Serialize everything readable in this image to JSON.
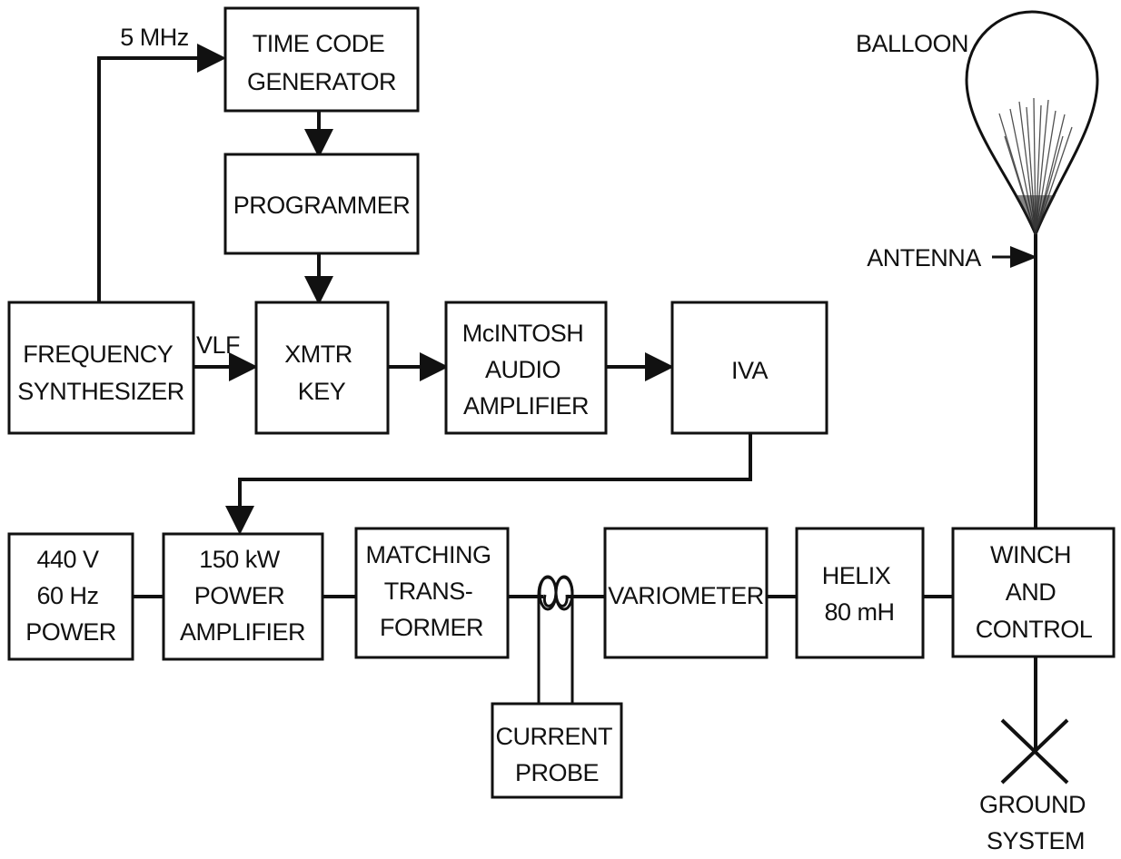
{
  "blocks": {
    "time_code_generator": [
      "TIME CODE",
      "GENERATOR"
    ],
    "programmer": [
      "PROGRAMMER"
    ],
    "frequency_synthesizer": [
      "FREQUENCY",
      "SYNTHESIZER"
    ],
    "xmtr_key": [
      "XMTR",
      "KEY"
    ],
    "mcintosh_audio_amplifier": [
      "McINTOSH",
      "AUDIO",
      "AMPLIFIER"
    ],
    "iva": [
      "IVA"
    ],
    "power_440v": [
      "440 V",
      "60 Hz",
      "POWER"
    ],
    "power_amplifier": [
      "150 kW",
      "POWER",
      "AMPLIFIER"
    ],
    "matching_transformer": [
      "MATCHING",
      "TRANS-",
      "FORMER"
    ],
    "current_probe": [
      "CURRENT",
      "PROBE"
    ],
    "variometer": [
      "VARIOMETER"
    ],
    "helix": [
      "HELIX",
      "80 mH"
    ],
    "winch_and_control": [
      "WINCH",
      "AND",
      "CONTROL"
    ]
  },
  "labels": {
    "five_mhz": "5 MHz",
    "vlf": "VLF",
    "balloon": "BALLOON",
    "antenna": "ANTENNA",
    "ground_system": [
      "GROUND",
      "SYSTEM"
    ]
  }
}
